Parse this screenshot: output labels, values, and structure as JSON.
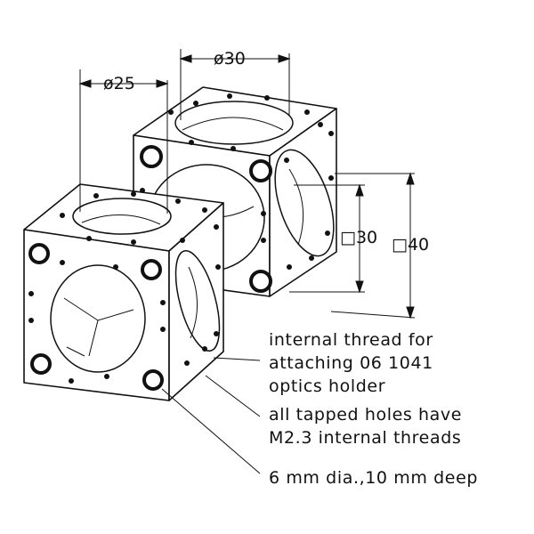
{
  "dimensions": {
    "dia_small": "ø25",
    "dia_large": "ø30",
    "square_small": "□30",
    "square_large": "□40"
  },
  "notes": {
    "internal_thread": [
      "internal thread for",
      "attaching 06 1041",
      "optics holder"
    ],
    "tapped_holes": [
      "all tapped holes have",
      "M2.3 internal threads"
    ],
    "bore": "6 mm dia.,10 mm deep"
  },
  "colors": {
    "line": "#111111",
    "paper": "#ffffff"
  }
}
